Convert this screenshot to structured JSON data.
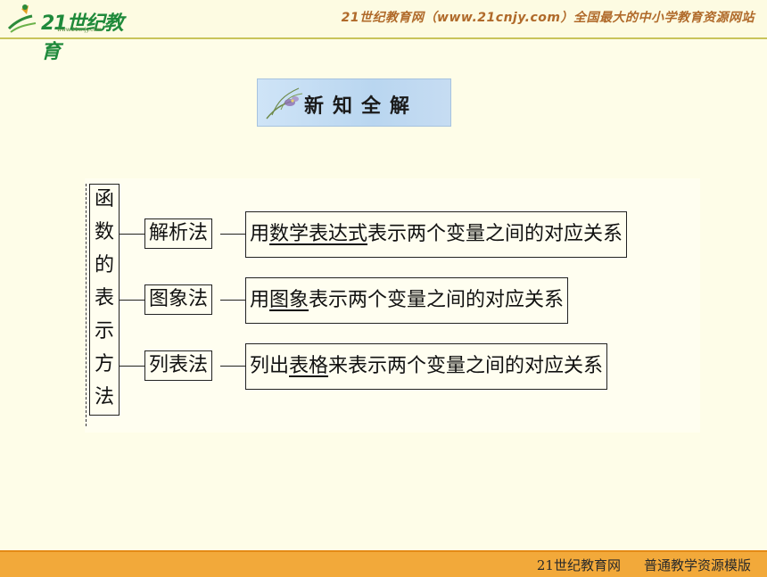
{
  "header": {
    "logo_number": "21世纪教育",
    "logo_url": "www.21cnjy.com",
    "site_slogan": "21世纪教育网（www.21cnjy.com）全国最大的中小学教育资源网站"
  },
  "section_title": "新知全解",
  "concept_map": {
    "root_chars": [
      "函",
      "数",
      "的",
      "表",
      "示",
      "方",
      "法"
    ],
    "branches": [
      {
        "method": "解析法",
        "description_pre": "用",
        "description_key": "数学表达式",
        "description_post": "表示两个变量之间的对应关系"
      },
      {
        "method": "图象法",
        "description_pre": "用",
        "description_key": "图象",
        "description_post": "表示两个变量之间的对应关系"
      },
      {
        "method": "列表法",
        "description_pre": "列出",
        "description_key": "表格",
        "description_post": "来表示两个变量之间的对应关系"
      }
    ]
  },
  "footer": {
    "site_name": "21世纪教育网",
    "template_name": "普通教学资源模版"
  },
  "colors": {
    "background": "#fefde8",
    "footer_bar": "#f2a93a",
    "header_text": "#b06a2a",
    "logo_green": "#1f8a3b"
  }
}
